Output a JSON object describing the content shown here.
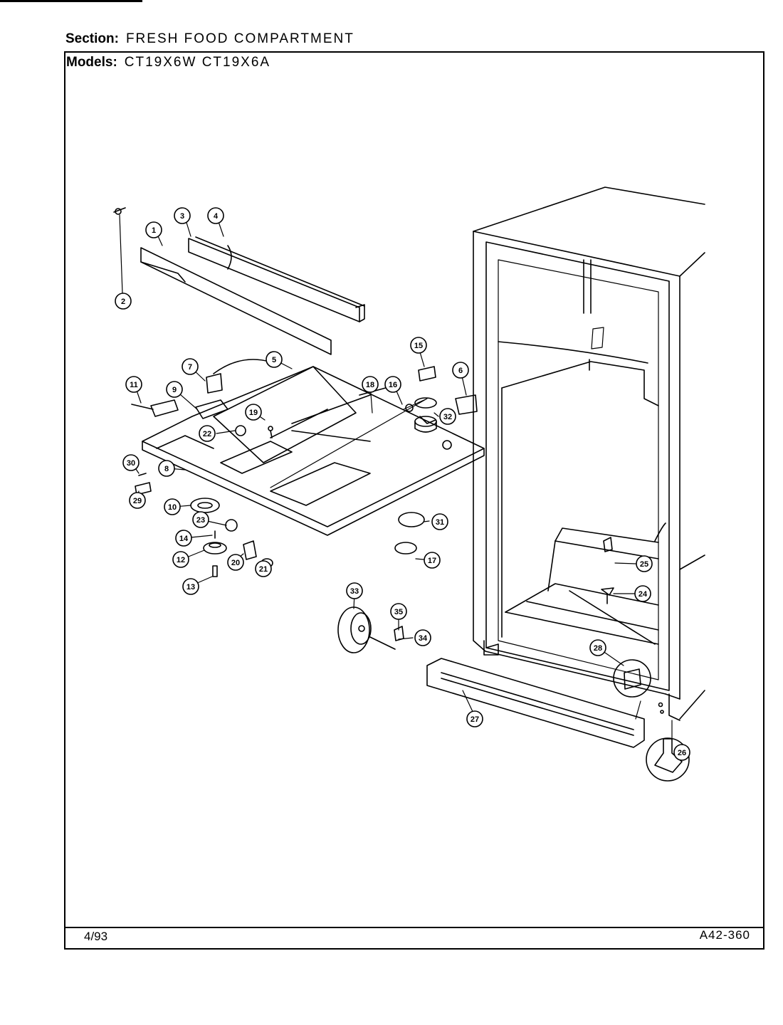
{
  "header": {
    "section_label": "Section:",
    "section_value": "FRESH FOOD COMPARTMENT",
    "models_label": "Models:",
    "models_value": "CT19X6W CT19X6A"
  },
  "footer": {
    "date": "4/93",
    "code": "A42-360"
  },
  "callouts": [
    "1",
    "2",
    "3",
    "4",
    "5",
    "6",
    "7",
    "8",
    "9",
    "10",
    "11",
    "12",
    "13",
    "14",
    "15",
    "16",
    "17",
    "18",
    "19",
    "20",
    "21",
    "22",
    "23",
    "24",
    "25",
    "26",
    "27",
    "28",
    "29",
    "30",
    "31",
    "32",
    "33",
    "34",
    "35"
  ]
}
